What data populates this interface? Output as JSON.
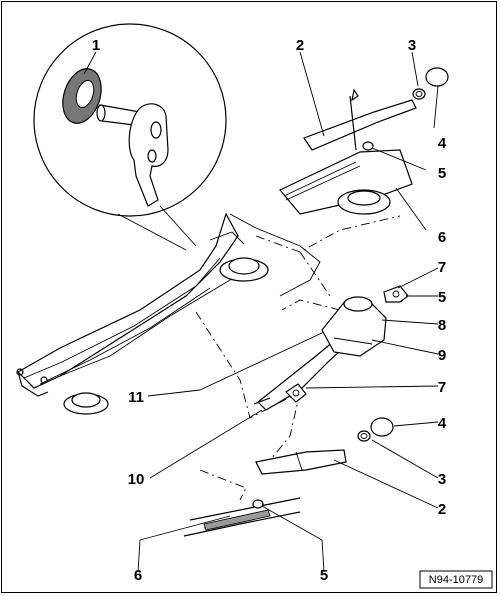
{
  "figure_ref": "N94-10779",
  "callouts": [
    {
      "id": "c1",
      "label": "1"
    },
    {
      "id": "c2a",
      "label": "2"
    },
    {
      "id": "c3a",
      "label": "3"
    },
    {
      "id": "c4a",
      "label": "4"
    },
    {
      "id": "c5a",
      "label": "5"
    },
    {
      "id": "c6a",
      "label": "6"
    },
    {
      "id": "c7a",
      "label": "7"
    },
    {
      "id": "c5b",
      "label": "5"
    },
    {
      "id": "c8",
      "label": "8"
    },
    {
      "id": "c9",
      "label": "9"
    },
    {
      "id": "c11",
      "label": "11"
    },
    {
      "id": "c7b",
      "label": "7"
    },
    {
      "id": "c4b",
      "label": "4"
    },
    {
      "id": "c10",
      "label": "10"
    },
    {
      "id": "c3b",
      "label": "3"
    },
    {
      "id": "c2b",
      "label": "2"
    },
    {
      "id": "c6b",
      "label": "6"
    },
    {
      "id": "c5c",
      "label": "5"
    }
  ]
}
